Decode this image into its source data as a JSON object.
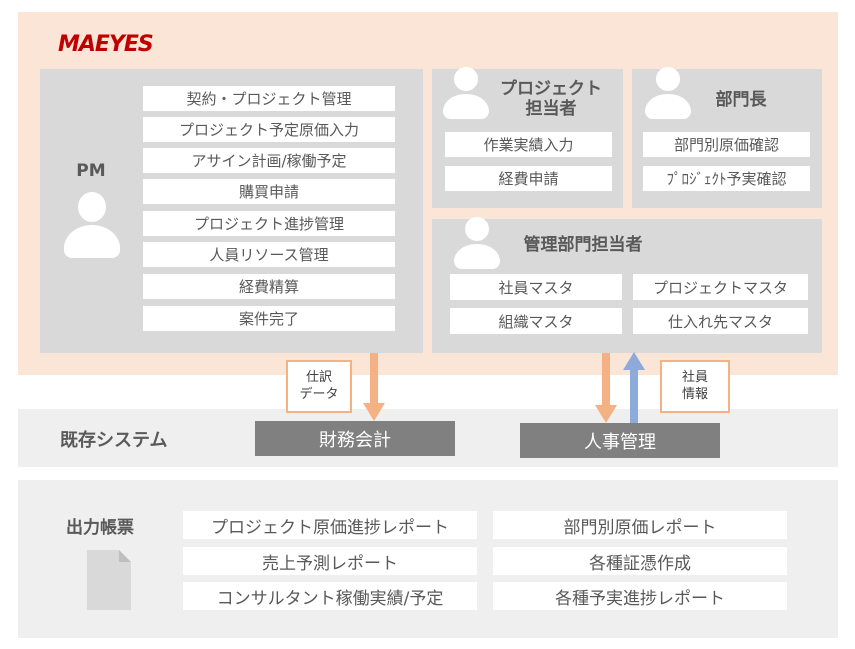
{
  "logo": {
    "text": "MAEYES"
  },
  "pm": {
    "title": "PM",
    "items": [
      "契約・プロジェクト管理",
      "プロジェクト予定原価入力",
      "アサイン計画/稼働予定",
      "購買申請",
      "プロジェクト進捗管理",
      "人員リソース管理",
      "経費精算",
      "案件完了"
    ]
  },
  "project_staff": {
    "title": "プロジェクト\n担当者",
    "items": [
      "作業実績入力",
      "経費申請"
    ]
  },
  "dept_head": {
    "title": "部門長",
    "items": [
      "部門別原価確認",
      "ﾌﾟﾛｼﾞｪｸﾄ予実確認"
    ]
  },
  "admin_staff": {
    "title": "管理部門担当者",
    "items": [
      "社員マスタ",
      "プロジェクトマスタ",
      "組織マスタ",
      "仕入れ先マスタ"
    ]
  },
  "existing": {
    "title": "既存システム",
    "accounting": "財務会計",
    "hr": "人事管理",
    "journal_label": "仕訳\nデータ",
    "employee_label": "社員\n情報"
  },
  "reports": {
    "title": "出力帳票",
    "items": [
      "プロジェクト原価進捗レポート",
      "部門別原価レポート",
      "売上予測レポート",
      "各種証憑作成",
      "コンサルタント稼働実績/予定",
      "各種予実進捗レポート"
    ]
  },
  "colors": {
    "orange_arrow": "#f4b183",
    "blue_arrow": "#8eaadb",
    "panel": "#fbe5d6",
    "gray": "#d9d9d9"
  }
}
